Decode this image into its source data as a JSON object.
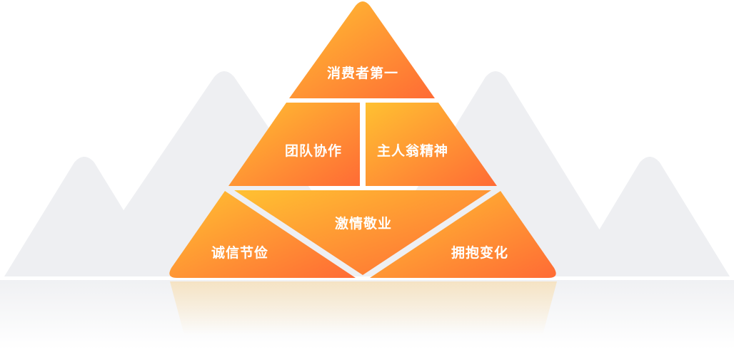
{
  "pyramid": {
    "tiers": [
      {
        "segments": [
          {
            "id": "consumer-first",
            "label": "消费者第一"
          }
        ]
      },
      {
        "segments": [
          {
            "id": "teamwork",
            "label": "团队协作"
          },
          {
            "id": "ownership",
            "label": "主人翁精神"
          }
        ]
      },
      {
        "segments": [
          {
            "id": "integrity",
            "label": "诚信节俭"
          },
          {
            "id": "passion",
            "label": "激情敬业"
          },
          {
            "id": "embrace-change",
            "label": "拥抱变化"
          }
        ]
      }
    ]
  },
  "colors": {
    "gradient_start": "#FFC132",
    "gradient_end": "#FF6B35",
    "background_mountain": "#EEEFF2",
    "divider": "#FFFFFF",
    "label": "#FFFFFF"
  }
}
